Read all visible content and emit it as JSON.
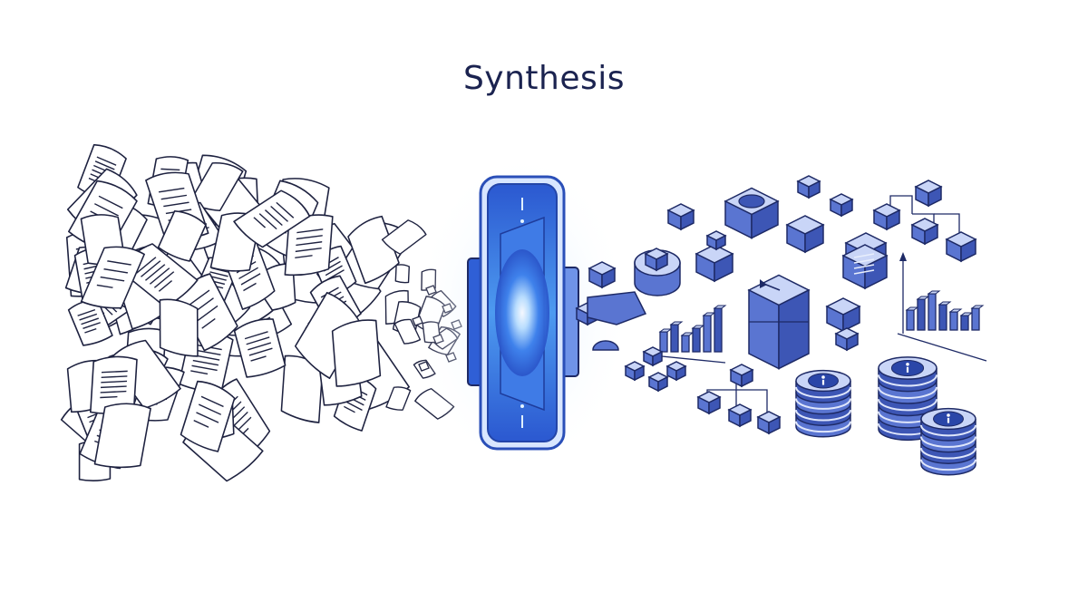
{
  "title": "Synthesis",
  "colors": {
    "title": "#1b2350",
    "paper_stroke": "#1e2240",
    "paper_fill": "#ffffff",
    "processor_blue": "#2f5fd6",
    "processor_glow": "#cfe6ff",
    "block_top": "#c9d5f7",
    "block_left": "#5a75d1",
    "block_right": "#3d56b5",
    "outline": "#1e2a66"
  },
  "sections": {
    "input": {
      "name": "scattered-documents",
      "icon": "document-icon"
    },
    "processor": {
      "name": "synthesis-processor",
      "icon": "processor-icon"
    },
    "output": {
      "name": "structured-data",
      "icons": [
        "cube-icon",
        "bar-chart-icon",
        "hierarchy-icon",
        "database-icon",
        "info-icon"
      ]
    }
  }
}
